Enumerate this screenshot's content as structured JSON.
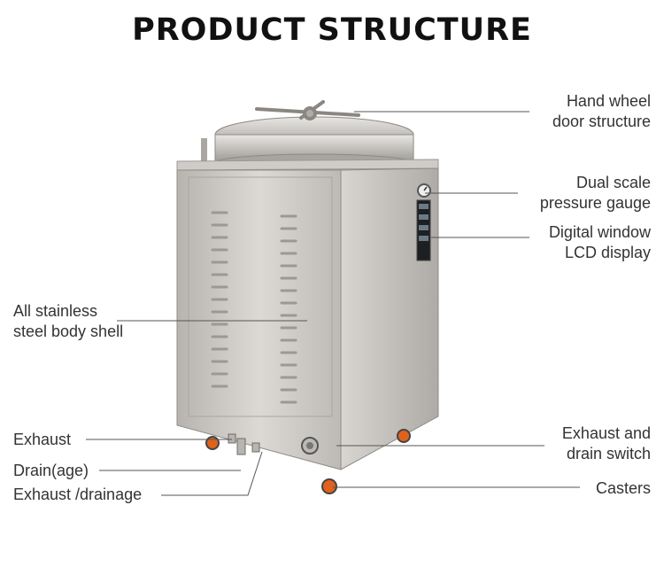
{
  "title": "PRODUCT STRUCTURE",
  "labels": {
    "hand_wheel": [
      "Hand wheel",
      "door structure"
    ],
    "pressure_gauge": [
      "Dual scale",
      "pressure gauge"
    ],
    "lcd_display": [
      "Digital window",
      "LCD display"
    ],
    "body_shell": [
      "All stainless",
      "steel body shell"
    ],
    "exhaust": "Exhaust",
    "drainage": "Drain(age)",
    "exhaust_drainage": "Exhaust /drainage",
    "exhaust_drain_switch": [
      "Exhaust and",
      "drain switch"
    ],
    "casters": "Casters"
  },
  "colors": {
    "steel": "#c9c6c2",
    "caster": "#e0621c",
    "line": "#555555"
  }
}
